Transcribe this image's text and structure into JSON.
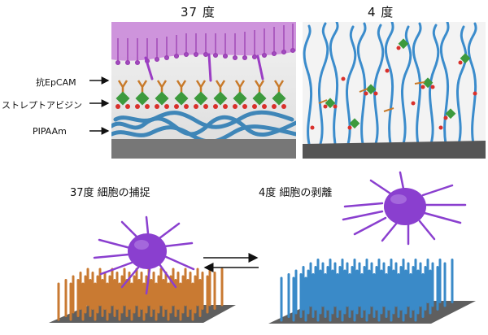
{
  "panels": {
    "warm_title": "37 度",
    "cold_title": "4 度"
  },
  "labels": {
    "antibody": "抗EpCAM",
    "streptavidin": "ストレプトアビジン",
    "polymer": "PIPAAm"
  },
  "captions": {
    "capture": "37度  細胞の捕捉",
    "release": "4度  細胞の剥離"
  },
  "colors": {
    "membrane": "#b36cc7",
    "cell": "#8a3fcf",
    "polymer_collapsed": "#3f86b8",
    "polymer_extended": "#3b8ccc",
    "antibody": "#c87a2a",
    "streptavidin": "#3d9a3d",
    "biotin": "#d9302b",
    "surface": "#6b6b6b",
    "pillar_warm": "#c97a32",
    "pillar_cold": "#3a8ac8"
  }
}
